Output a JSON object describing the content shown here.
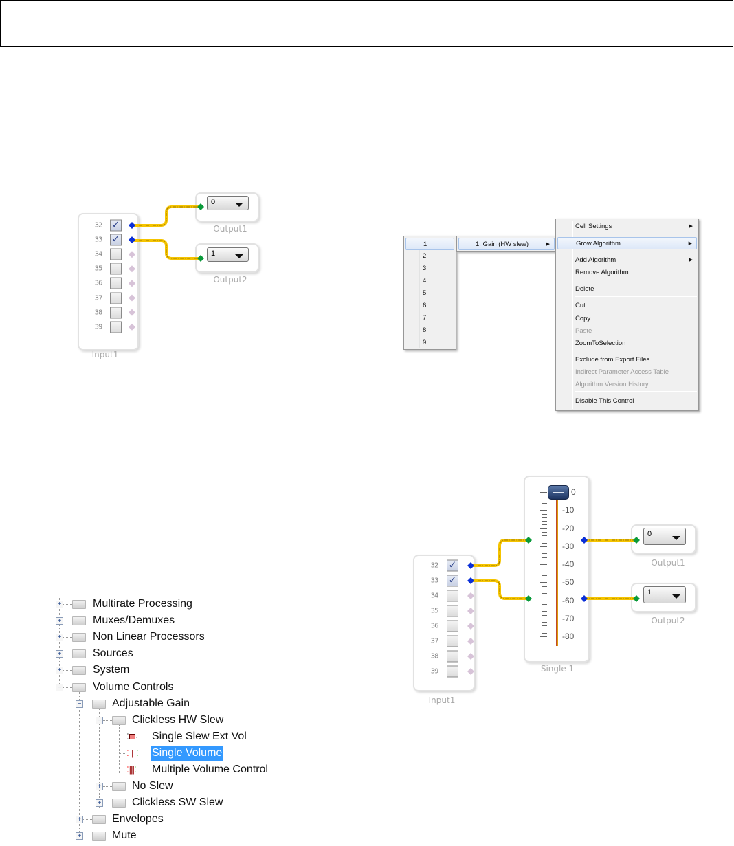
{
  "panel1": {
    "input_label": "Input1",
    "channels": [
      {
        "num": "32",
        "checked": true
      },
      {
        "num": "33",
        "checked": true
      },
      {
        "num": "34",
        "checked": false
      },
      {
        "num": "35",
        "checked": false
      },
      {
        "num": "36",
        "checked": false
      },
      {
        "num": "37",
        "checked": false
      },
      {
        "num": "38",
        "checked": false
      },
      {
        "num": "39",
        "checked": false
      }
    ],
    "outputs": [
      {
        "label": "Output1",
        "value": "0"
      },
      {
        "label": "Output2",
        "value": "1"
      }
    ]
  },
  "panel2": {
    "grow_list": [
      "1",
      "2",
      "3",
      "4",
      "5",
      "6",
      "7",
      "8",
      "9"
    ],
    "submenu_item": "1. Gain (HW slew)",
    "context_menu": [
      {
        "label": "Cell Settings",
        "submenu": true
      },
      {
        "label": "Grow Algorithm",
        "submenu": true,
        "highlighted": true
      },
      {
        "label": "Add Algorithm",
        "submenu": true
      },
      {
        "label": "Remove Algorithm"
      },
      {
        "label": "Delete"
      },
      {
        "label": "Cut"
      },
      {
        "label": "Copy"
      },
      {
        "label": "Paste",
        "disabled": true
      },
      {
        "label": "ZoomToSelection"
      },
      {
        "label": "Exclude from Export Files"
      },
      {
        "label": "Indirect Parameter Access Table",
        "disabled": true
      },
      {
        "label": "Algorithm Version History",
        "disabled": true
      },
      {
        "label": "Disable This Control"
      }
    ]
  },
  "panel3": {
    "input_label": "Input1",
    "channels": [
      {
        "num": "32",
        "checked": true
      },
      {
        "num": "33",
        "checked": true
      },
      {
        "num": "34",
        "checked": false
      },
      {
        "num": "35",
        "checked": false
      },
      {
        "num": "36",
        "checked": false
      },
      {
        "num": "37",
        "checked": false
      },
      {
        "num": "38",
        "checked": false
      },
      {
        "num": "39",
        "checked": false
      }
    ],
    "volume_label": "Single 1",
    "scale": [
      "0",
      "-10",
      "-20",
      "-30",
      "-40",
      "-50",
      "-60",
      "-70",
      "-80"
    ],
    "slider_value_db": 0,
    "outputs": [
      {
        "label": "Output1",
        "value": "0"
      },
      {
        "label": "Output2",
        "value": "1"
      }
    ]
  },
  "tree": [
    {
      "label": "Multirate Processing",
      "level": 0,
      "type": "folder",
      "exp": "+"
    },
    {
      "label": "Muxes/Demuxes",
      "level": 0,
      "type": "folder",
      "exp": "+"
    },
    {
      "label": "Non Linear Processors",
      "level": 0,
      "type": "folder",
      "exp": "+"
    },
    {
      "label": "Sources",
      "level": 0,
      "type": "folder",
      "exp": "+"
    },
    {
      "label": "System",
      "level": 0,
      "type": "folder",
      "exp": "+"
    },
    {
      "label": "Volume Controls",
      "level": 0,
      "type": "folder",
      "exp": "-"
    },
    {
      "label": "Adjustable Gain",
      "level": 1,
      "type": "folder",
      "exp": "-"
    },
    {
      "label": "Clickless HW Slew",
      "level": 2,
      "type": "folder",
      "exp": "-"
    },
    {
      "label": "Single Slew Ext Vol",
      "level": 3,
      "type": "leaf",
      "icon": "slew-ext-vol-icon"
    },
    {
      "label": "Single Volume",
      "level": 3,
      "type": "leaf",
      "icon": "single-volume-icon",
      "selected": true
    },
    {
      "label": "Multiple Volume Control",
      "level": 3,
      "type": "leaf",
      "icon": "multiple-volume-icon"
    },
    {
      "label": "No Slew",
      "level": 2,
      "type": "folder",
      "exp": "+"
    },
    {
      "label": "Clickless SW Slew",
      "level": 2,
      "type": "folder",
      "exp": "+"
    },
    {
      "label": "Envelopes",
      "level": 1,
      "type": "folder",
      "exp": "+"
    },
    {
      "label": "Mute",
      "level": 1,
      "type": "folder",
      "exp": "+"
    }
  ],
  "colors": {
    "wire": "#f5c400",
    "input_pin": "#0a2fd8",
    "output_pin": "#0a9a3a",
    "selection": "#3399ff"
  }
}
